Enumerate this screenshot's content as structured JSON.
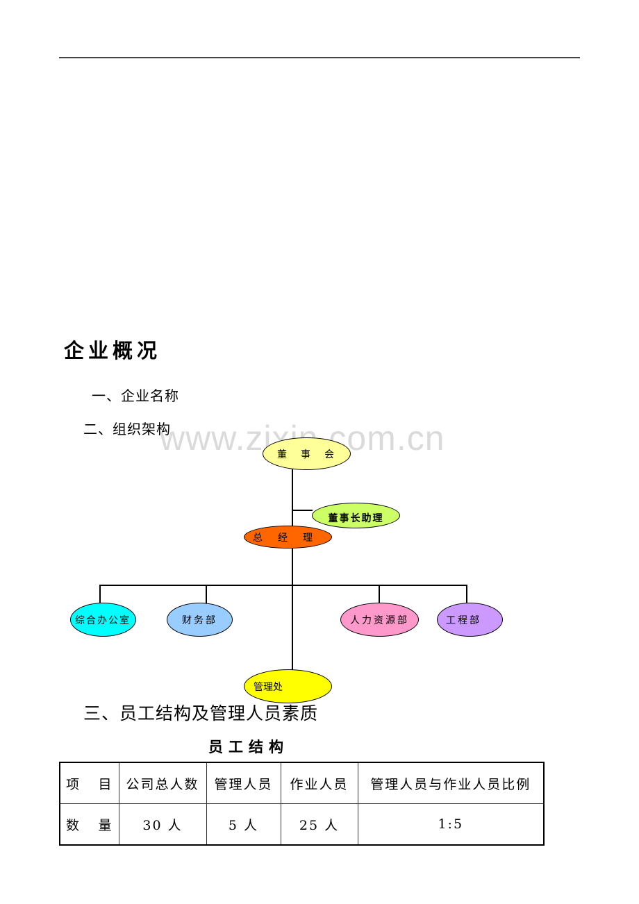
{
  "page": {
    "watermark": "www.zixin.com.cn"
  },
  "heading": "企业概况",
  "sections": {
    "one": "一、企业名称",
    "two": "二、组织架构",
    "three": "三、员工结构及管理人员素质"
  },
  "org_chart": {
    "nodes": {
      "board": {
        "label": "董　事　会",
        "color": "#ffff99"
      },
      "chair_assistant": {
        "label": "董事长助理",
        "color": "#ccff66"
      },
      "general_manager": {
        "label": "总　经　理",
        "color": "#ff6600"
      },
      "general_office": {
        "label": "综合办公室",
        "color": "#00ffff"
      },
      "finance": {
        "label": "财务部",
        "color": "#99ccff"
      },
      "hr": {
        "label": "人力资源部",
        "color": "#ff99cc"
      },
      "engineering": {
        "label": "工程部",
        "color": "#cc99ff"
      },
      "management_office": {
        "label": "管理处",
        "color": "#ffff00"
      }
    }
  },
  "table": {
    "caption": "员工结构",
    "header": [
      "项　目",
      "公司总人数",
      "管理人员",
      "作业人员",
      "管理人员与作业人员比例"
    ],
    "rows": [
      [
        "数　量",
        "30 人",
        "5 人",
        "25 人",
        "1:5"
      ]
    ]
  }
}
